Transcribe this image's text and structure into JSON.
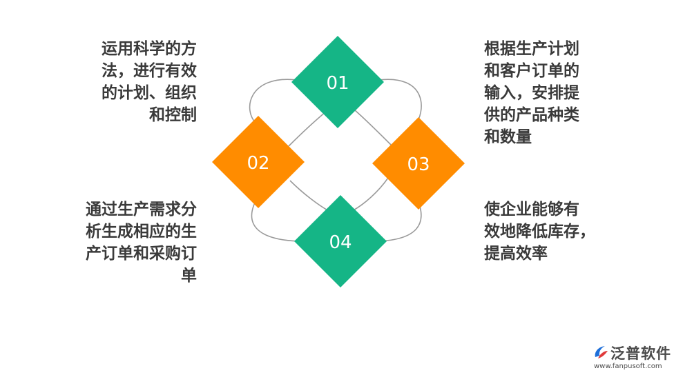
{
  "nodes": [
    {
      "label": "01",
      "color": "#15B586"
    },
    {
      "label": "02",
      "color": "#FF8C00"
    },
    {
      "label": "03",
      "color": "#FF8C00"
    },
    {
      "label": "04",
      "color": "#15B586"
    }
  ],
  "texts": {
    "top_left": "运用科学的方\n法，进行有效\n的计划、组织\n和控制",
    "top_right": "根据生产计划\n和客户订单的\n输入，安排提\n供的产品种类\n和数量",
    "bottom_left": "通过生产需求分\n析生成相应的生\n产订单和采购订\n单",
    "bottom_right": "使企业能够有\n效地降低库存，\n提高效率"
  },
  "logo": {
    "name": "泛普软件",
    "url": "www.fanpusoft.com",
    "icon": "fanpu-logo-icon"
  },
  "colors": {
    "green": "#15B586",
    "orange": "#FF8C00",
    "connector": "#9A9A9A",
    "text": "#3A3A3A",
    "logo_accent": "#1E6FD9"
  }
}
